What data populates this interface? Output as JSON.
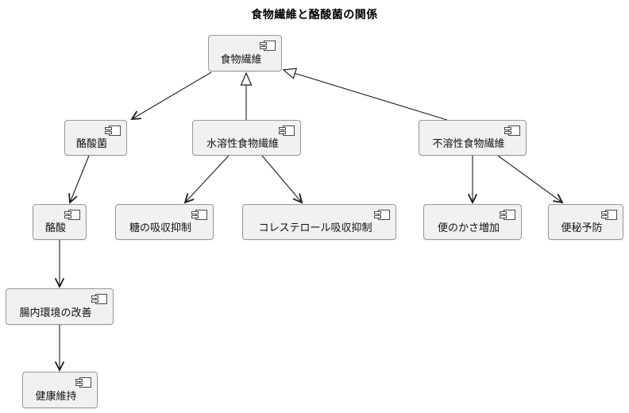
{
  "title": "食物繊維と酪酸菌の関係",
  "diagram": {
    "type": "component-diagram",
    "nodes": [
      {
        "id": "dietary-fiber",
        "label": "食物繊維"
      },
      {
        "id": "butyric-acid-bacteria",
        "label": "酪酸菌"
      },
      {
        "id": "soluble-dietary-fiber",
        "label": "水溶性食物繊維"
      },
      {
        "id": "insoluble-dietary-fiber",
        "label": "不溶性食物繊維"
      },
      {
        "id": "butyric-acid",
        "label": "酪酸"
      },
      {
        "id": "sugar-absorption-suppression",
        "label": "糖の吸収抑制"
      },
      {
        "id": "cholesterol-absorption-suppression",
        "label": "コレステロール吸収抑制"
      },
      {
        "id": "stool-bulk-increase",
        "label": "便のかさ増加"
      },
      {
        "id": "constipation-prevention",
        "label": "便秘予防"
      },
      {
        "id": "gut-environment-improvement",
        "label": "腸内環境の改善"
      },
      {
        "id": "health-maintenance",
        "label": "健康維持"
      }
    ],
    "edges": [
      {
        "from": "食物繊維",
        "to": "酪酸菌",
        "type": "arrow"
      },
      {
        "from": "水溶性食物繊維",
        "to": "食物繊維",
        "type": "generalization"
      },
      {
        "from": "不溶性食物繊維",
        "to": "食物繊維",
        "type": "generalization"
      },
      {
        "from": "酪酸菌",
        "to": "酪酸",
        "type": "arrow"
      },
      {
        "from": "水溶性食物繊維",
        "to": "糖の吸収抑制",
        "type": "arrow"
      },
      {
        "from": "水溶性食物繊維",
        "to": "コレステロール吸収抑制",
        "type": "arrow"
      },
      {
        "from": "不溶性食物繊維",
        "to": "便のかさ増加",
        "type": "arrow"
      },
      {
        "from": "不溶性食物繊維",
        "to": "便秘予防",
        "type": "arrow"
      },
      {
        "from": "酪酸",
        "to": "腸内環境の改善",
        "type": "arrow"
      },
      {
        "from": "腸内環境の改善",
        "to": "健康維持",
        "type": "arrow"
      }
    ]
  },
  "colors": {
    "background": "#ffffff",
    "node_fill": "#f1f1f1",
    "node_border": "#989898",
    "line": "#1c1c1c",
    "text": "#111111"
  }
}
